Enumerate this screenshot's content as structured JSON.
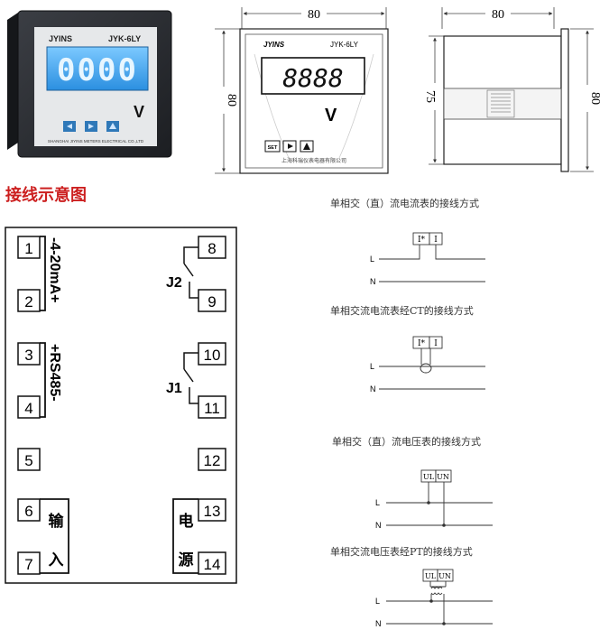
{
  "meter_photo": {
    "brand": "JYINS",
    "model": "JYK-6LY",
    "display_digits": "0000",
    "unit": "V",
    "manufacturer": "SHANGHAI JIYINS METERS ELECTRICAL CO.,LTD",
    "button_icons": [
      "left-arrow-icon",
      "right-arrow-icon",
      "up-arrow-icon"
    ],
    "colors": {
      "body": "#2b2e33",
      "lcd": "#3aa8f0",
      "button": "#2f78b8"
    }
  },
  "front_drawing": {
    "width_label": "80",
    "height_label": "80",
    "brand": "JYINS",
    "model": "JYK-6LY",
    "digits": "8888",
    "unit": "V",
    "set_label": "SET",
    "manufacturer": "上海科瑞仪表电器有限公司"
  },
  "side_drawing": {
    "width_label": "80",
    "body_height_label": "75",
    "overall_height_label": "80"
  },
  "wiring_title": "接线示意图",
  "terminals": {
    "left": [
      {
        "num": "1"
      },
      {
        "num": "2"
      },
      {
        "num": "3"
      },
      {
        "num": "4"
      },
      {
        "num": "5"
      },
      {
        "num": "6"
      },
      {
        "num": "7"
      }
    ],
    "right": [
      {
        "num": "8"
      },
      {
        "num": "9"
      },
      {
        "num": "10"
      },
      {
        "num": "11"
      },
      {
        "num": "12"
      },
      {
        "num": "13"
      },
      {
        "num": "14"
      }
    ],
    "label_420": "-4-20mA+",
    "label_rs485": "+RS485-",
    "label_input_1": "输",
    "label_input_2": "入",
    "label_power_1": "电",
    "label_power_2": "源",
    "relay_j2": "J2",
    "relay_j1": "J1"
  },
  "schemes": [
    {
      "title": "单相交（直）流电流表的接线方式",
      "box1": "I*",
      "box2": "I",
      "line_l": "L",
      "line_n": "N"
    },
    {
      "title": "单相交流电流表经CT的接线方式",
      "box1": "I*",
      "box2": "I",
      "line_l": "L",
      "line_n": "N"
    },
    {
      "title": "单相交（直）流电压表的接线方式",
      "box1": "UL",
      "box2": "UN",
      "line_l": "L",
      "line_n": "N"
    },
    {
      "title": "单相交流电压表经PT的接线方式",
      "box1": "UL",
      "box2": "UN",
      "line_l": "L",
      "line_n": "N"
    }
  ]
}
